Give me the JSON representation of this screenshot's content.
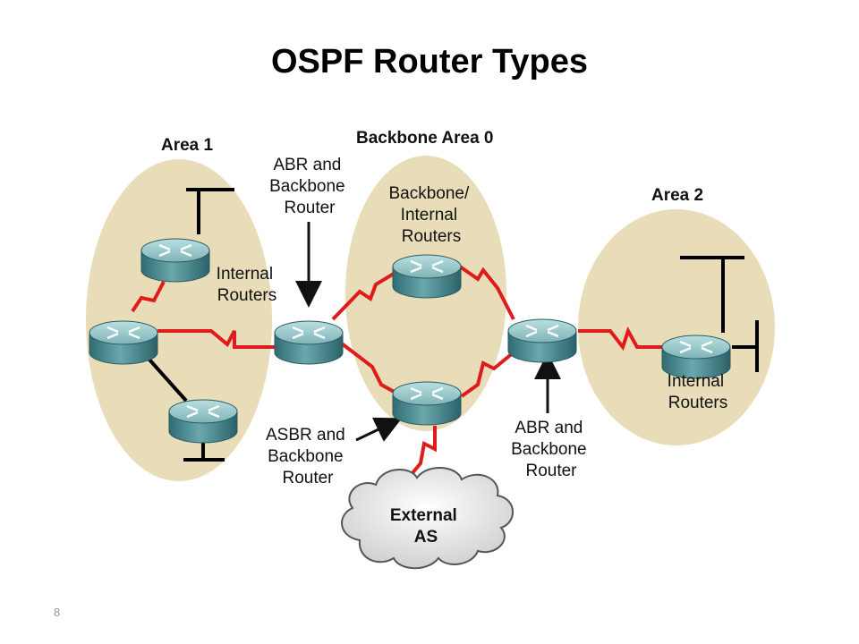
{
  "title": "OSPF Router Types",
  "page_number": "8",
  "areas": {
    "area1": "Area 1",
    "area0": "Backbone Area 0",
    "area2": "Area 2"
  },
  "labels": {
    "abr_left": [
      "ABR and",
      "Backbone",
      "Router"
    ],
    "backbone_internal": [
      "Backbone/",
      "Internal",
      "Routers"
    ],
    "internal_area1": [
      "Internal",
      "Routers"
    ],
    "asbr": [
      "ASBR and",
      "Backbone",
      "Router"
    ],
    "abr_right": [
      "ABR and",
      "Backbone",
      "Router"
    ],
    "internal_area2": [
      "Internal",
      "Routers"
    ],
    "external_as": [
      "External",
      "AS"
    ]
  },
  "colors": {
    "area_fill": "#E8DDB8",
    "link_serial": "#E01B1B",
    "link_ethernet": "#000000",
    "router_top": "#8FC3C6",
    "router_side": "#3E7F86"
  },
  "routers": [
    "area1-internal-top-router",
    "area1-internal-left-router",
    "area1-internal-bottom-router",
    "abr-left-router",
    "backbone-top-router",
    "asbr-router",
    "abr-right-router",
    "area2-internal-router"
  ]
}
